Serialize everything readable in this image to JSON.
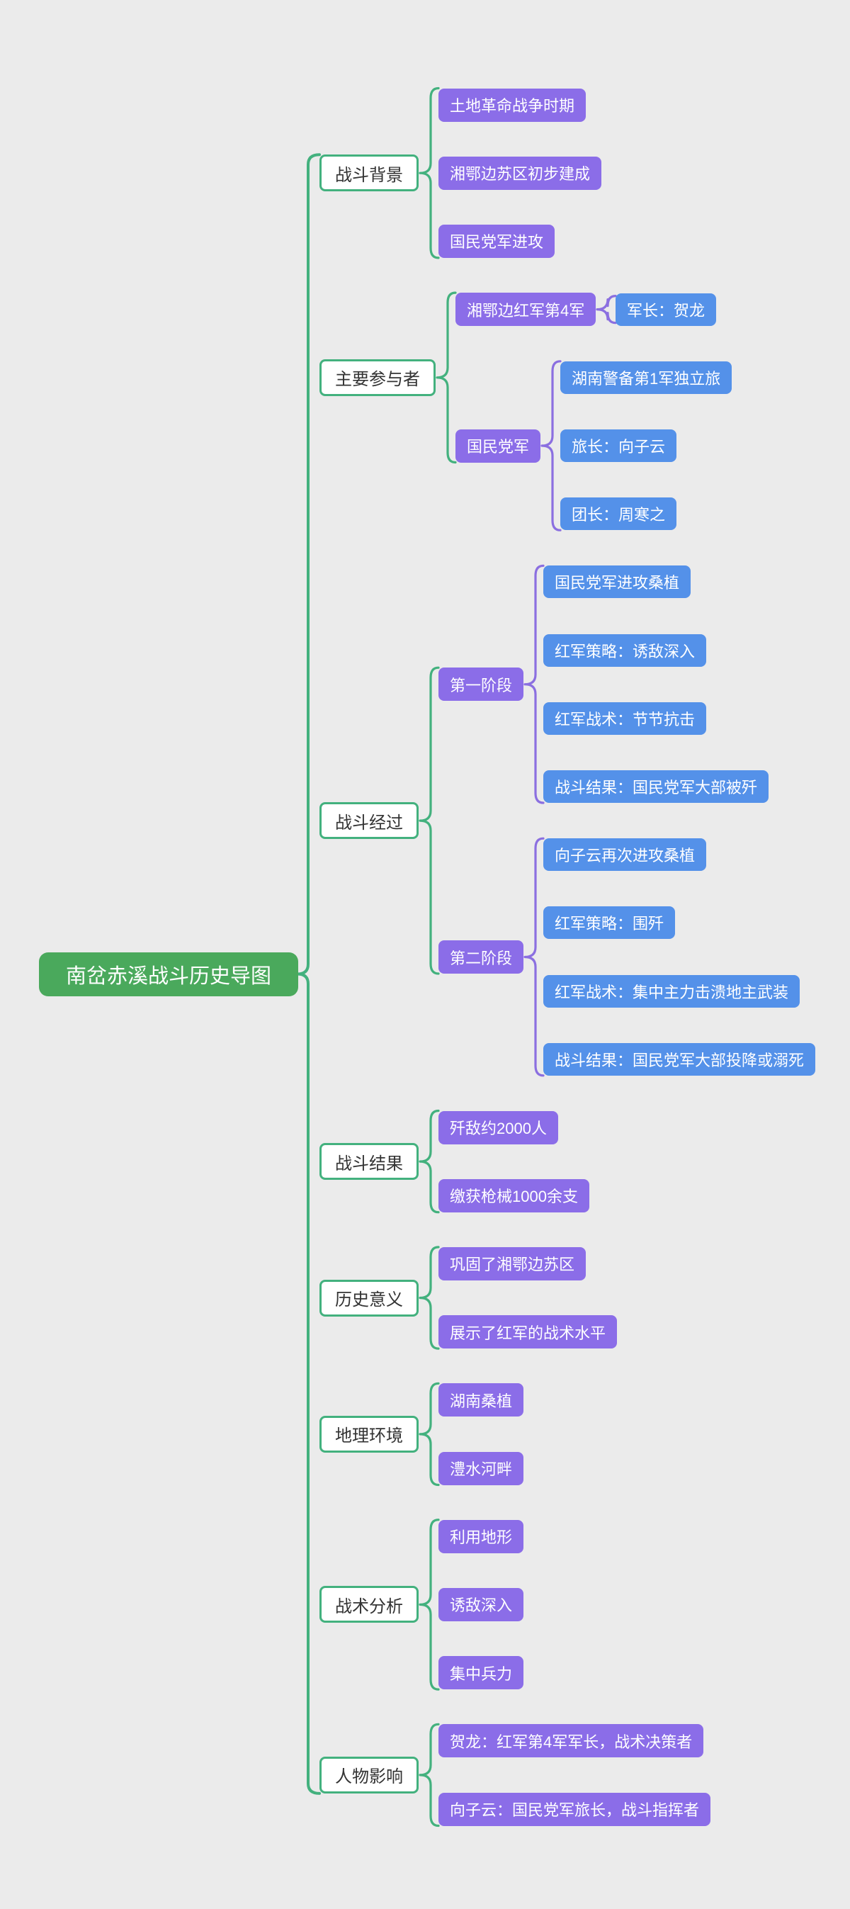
{
  "title": "南岔赤溪战斗历史导图",
  "colors": {
    "background": "#ebebeb",
    "root_fill": "#4aa95c",
    "branch_fill": "#ffffff",
    "branch_border": "#43b17e",
    "purple": "#8b6de8",
    "blue": "#5491e9",
    "link_green": "#43b17e",
    "link_purple": "#8b6fe0",
    "text_dark": "#333333",
    "text_light": "#ffffff"
  },
  "tree": {
    "label": "南岔赤溪战斗历史导图",
    "children": [
      {
        "label": "战斗背景",
        "children": [
          {
            "label": "土地革命战争时期"
          },
          {
            "label": "湘鄂边苏区初步建成"
          },
          {
            "label": "国民党军进攻"
          }
        ]
      },
      {
        "label": "主要参与者",
        "children": [
          {
            "label": "湘鄂边红军第4军",
            "children": [
              {
                "label": "军长：贺龙"
              }
            ]
          },
          {
            "label": "国民党军",
            "children": [
              {
                "label": "湖南警备第1军独立旅"
              },
              {
                "label": "旅长：向子云"
              },
              {
                "label": "团长：周寒之"
              }
            ]
          }
        ]
      },
      {
        "label": "战斗经过",
        "children": [
          {
            "label": "第一阶段",
            "children": [
              {
                "label": "国民党军进攻桑植"
              },
              {
                "label": "红军策略：诱敌深入"
              },
              {
                "label": "红军战术：节节抗击"
              },
              {
                "label": "战斗结果：国民党军大部被歼"
              }
            ]
          },
          {
            "label": "第二阶段",
            "children": [
              {
                "label": "向子云再次进攻桑植"
              },
              {
                "label": "红军策略：围歼"
              },
              {
                "label": "红军战术：集中主力击溃地主武装"
              },
              {
                "label": "战斗结果：国民党军大部投降或溺死"
              }
            ]
          }
        ]
      },
      {
        "label": "战斗结果",
        "children": [
          {
            "label": "歼敌约2000人"
          },
          {
            "label": "缴获枪械1000余支"
          }
        ]
      },
      {
        "label": "历史意义",
        "children": [
          {
            "label": "巩固了湘鄂边苏区"
          },
          {
            "label": "展示了红军的战术水平"
          }
        ]
      },
      {
        "label": "地理环境",
        "children": [
          {
            "label": "湖南桑植"
          },
          {
            "label": "澧水河畔"
          }
        ]
      },
      {
        "label": "战术分析",
        "children": [
          {
            "label": "利用地形"
          },
          {
            "label": "诱敌深入"
          },
          {
            "label": "集中兵力"
          }
        ]
      },
      {
        "label": "人物影响",
        "children": [
          {
            "label": "贺龙：红军第4军军长，战术决策者"
          },
          {
            "label": "向子云：国民党军旅长，战斗指挥者"
          }
        ]
      }
    ]
  }
}
